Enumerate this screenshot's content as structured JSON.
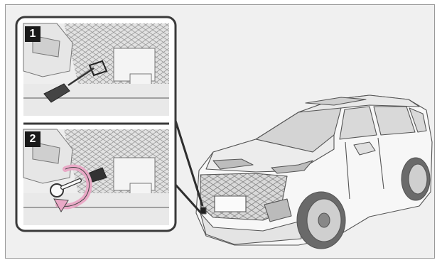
{
  "steps": [
    {
      "label": "1"
    },
    {
      "label": "2"
    }
  ],
  "colors": {
    "frame_border": "#9a9a9a",
    "background": "#f0f0f0",
    "callout_border": "#3a3a3a",
    "rotation_arrow": "#e9a9c6",
    "line_art": "#555555"
  },
  "icons": [
    "tow-hook-icon",
    "rotation-arrow-icon",
    "screwdriver-icon",
    "cover-cap-icon",
    "car-illustration"
  ]
}
